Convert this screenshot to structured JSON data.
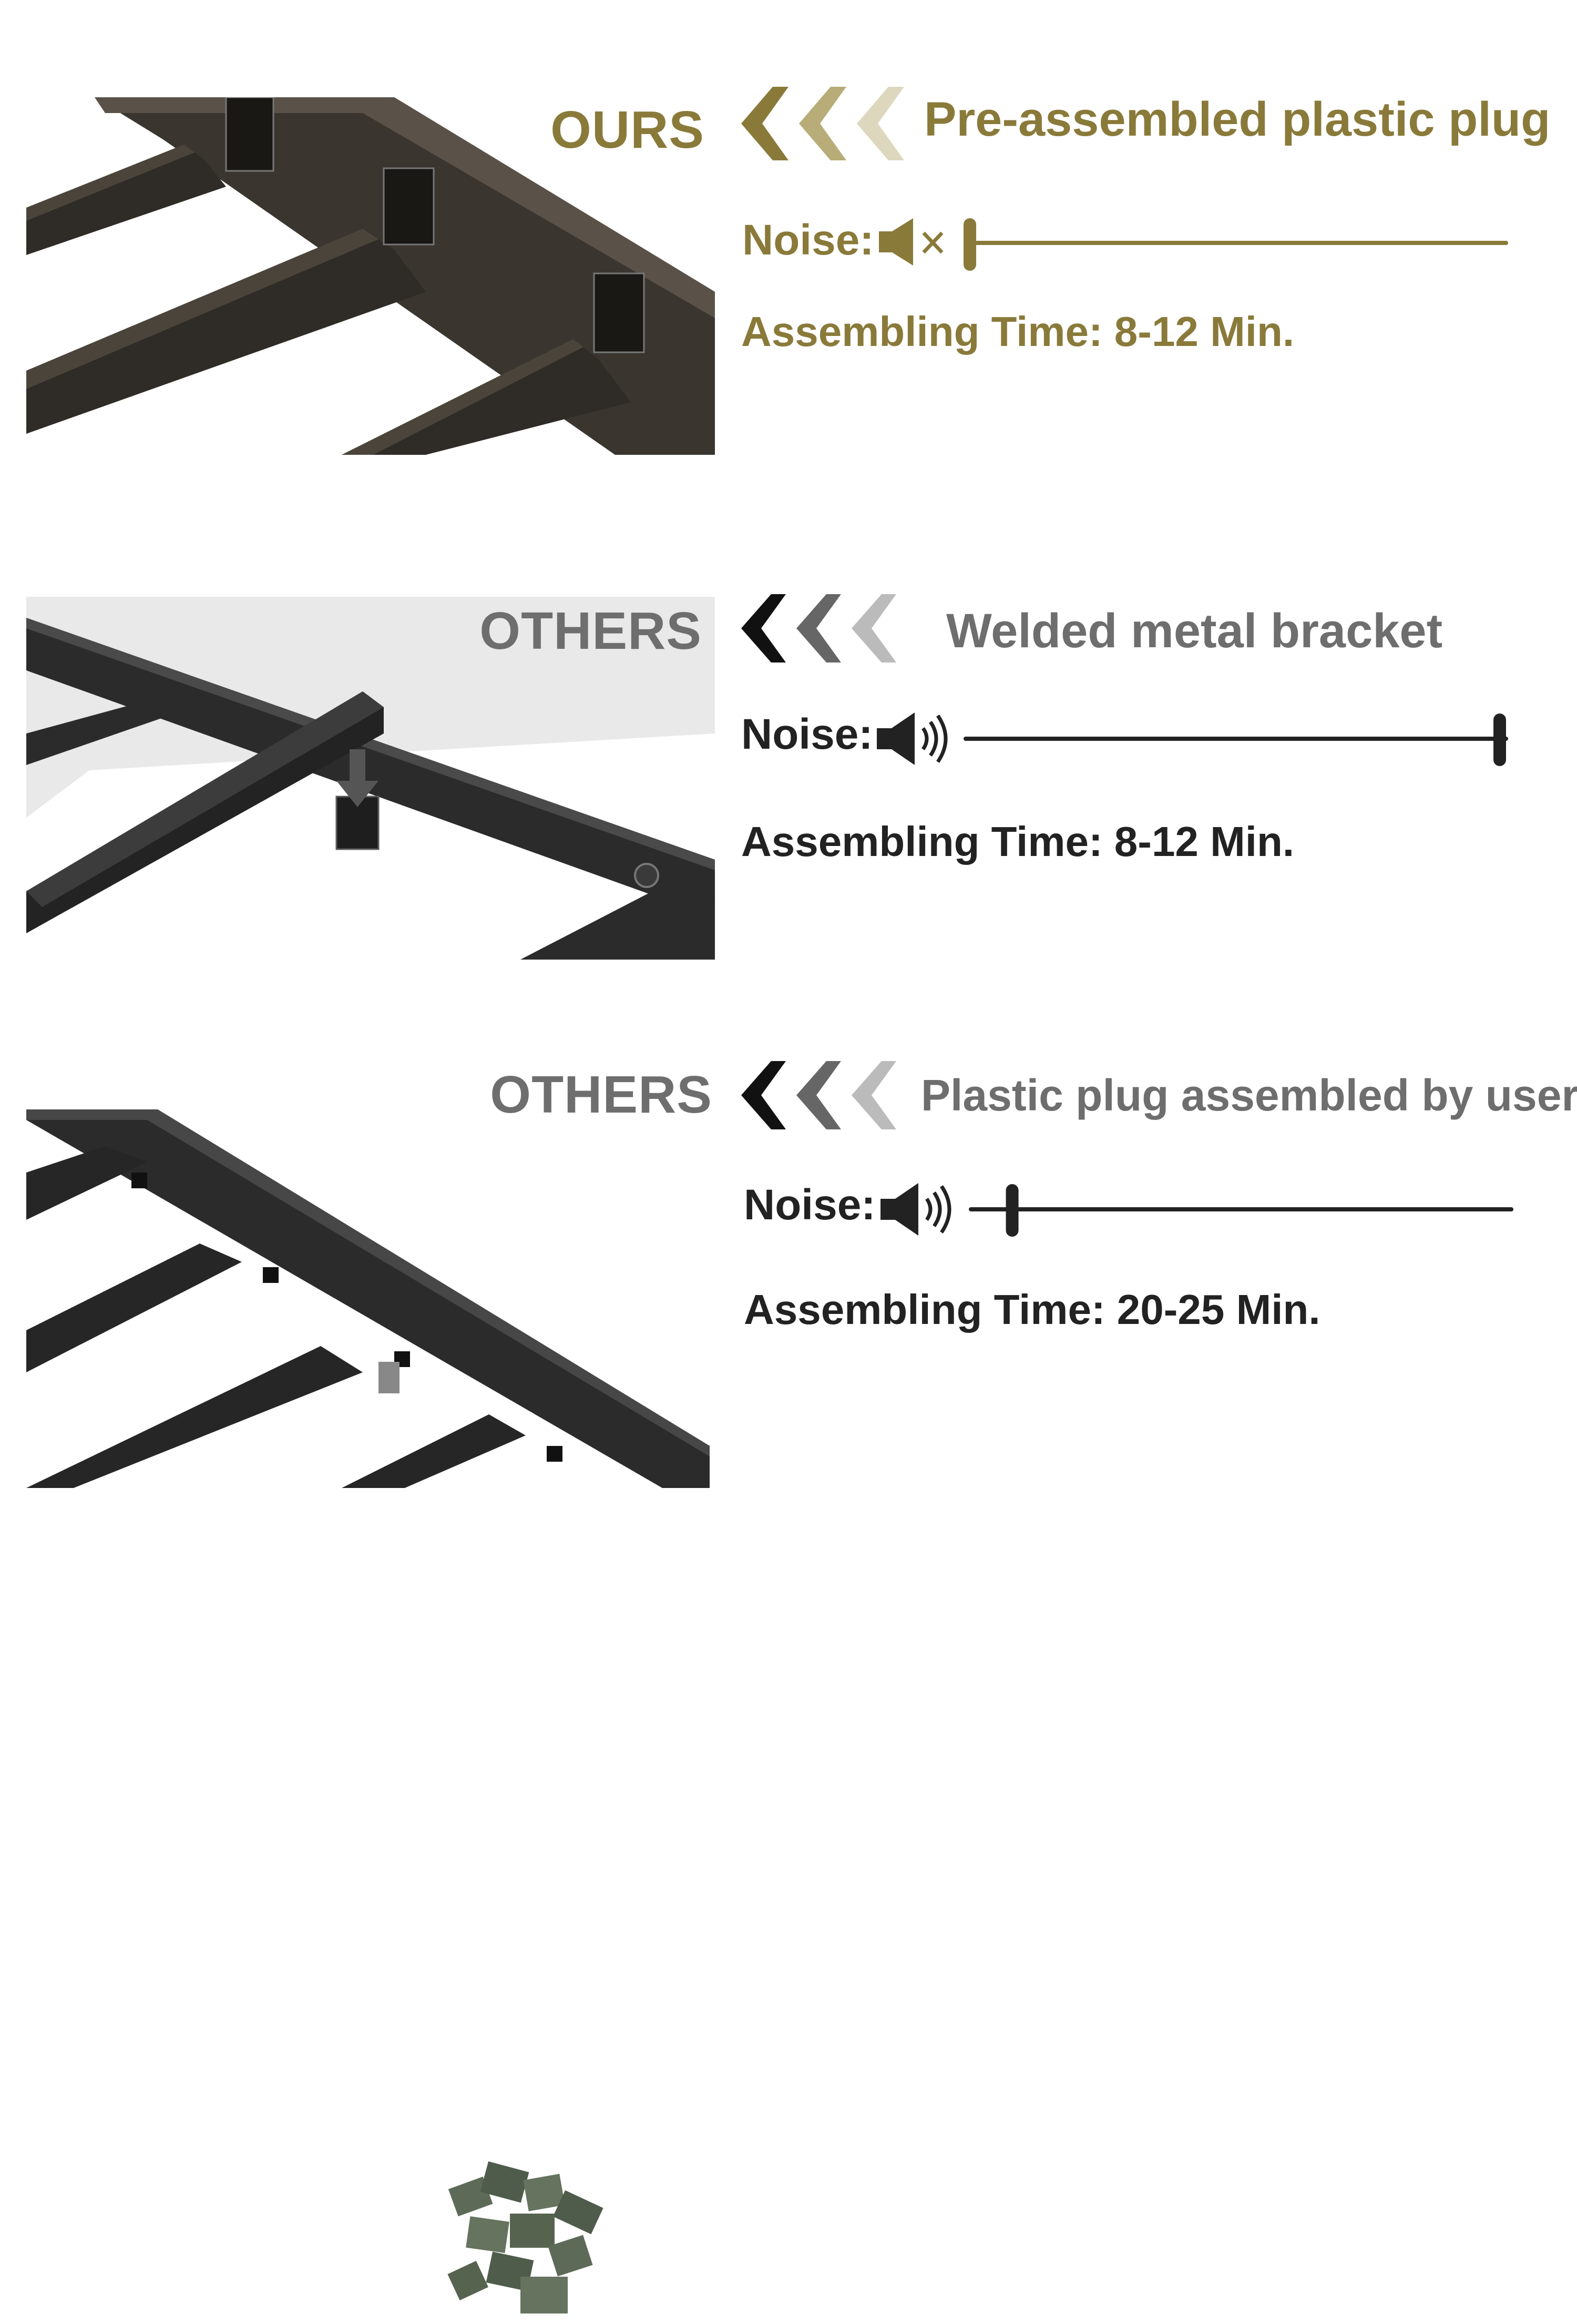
{
  "rows": [
    {
      "label": "OURS",
      "feature": "Pre-assembled plastic plug",
      "noise_label": "Noise:",
      "noise_icon": "speaker-mute-icon",
      "noise_level": 0,
      "time_text": "Assembling Time: 8-12 Min.",
      "text_color": "#8a7a3a",
      "chevron_colors": [
        "#8a7a3a",
        "#b8ad78",
        "#ddd8bd"
      ]
    },
    {
      "label": "OTHERS",
      "feature": "Welded metal bracket",
      "noise_label": "Noise:",
      "noise_icon": "speaker-loud-icon",
      "noise_level": 1,
      "time_text": "Assembling Time: 8-12 Min.",
      "text_color": "#6e6e6e",
      "accent_color": "#222222",
      "chevron_colors": [
        "#111111",
        "#666666",
        "#bbbbbb"
      ]
    },
    {
      "label": "OTHERS",
      "feature": "Plastic plug assembled by users",
      "noise_label": "Noise:",
      "noise_icon": "speaker-loud-icon",
      "noise_level": 0.07,
      "time_text": "Assembling Time: 20-25 Min.",
      "text_color": "#6e6e6e",
      "accent_color": "#222222",
      "chevron_colors": [
        "#111111",
        "#666666",
        "#bbbbbb"
      ]
    }
  ]
}
